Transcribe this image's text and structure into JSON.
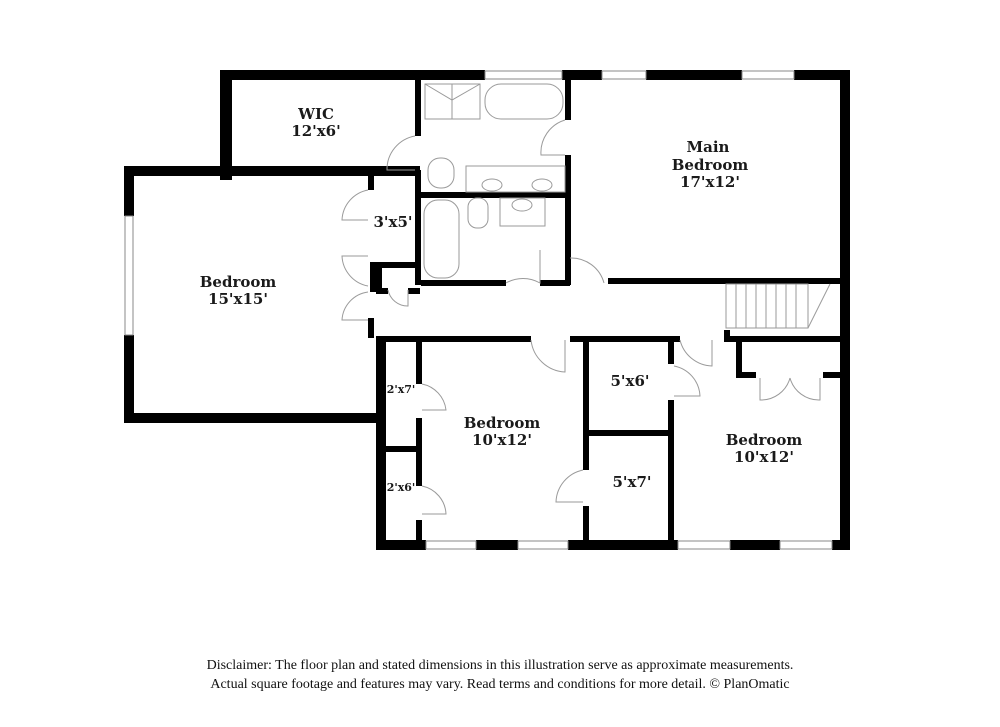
{
  "floorplan": {
    "rooms": [
      {
        "id": "wic",
        "name": "WIC",
        "dims": "12'x6'"
      },
      {
        "id": "main-bedroom",
        "name_line1": "Main",
        "name_line2": "Bedroom",
        "dims": "17'x12'"
      },
      {
        "id": "bedroom-west",
        "name": "Bedroom",
        "dims": "15'x15'"
      },
      {
        "id": "closet-3x5",
        "dims": "3'x5'"
      },
      {
        "id": "closet-2x7",
        "dims": "2'x7'"
      },
      {
        "id": "closet-2x6",
        "dims": "2'x6'"
      },
      {
        "id": "bedroom-middle",
        "name": "Bedroom",
        "dims": "10'x12'"
      },
      {
        "id": "room-5x6",
        "dims": "5'x6'"
      },
      {
        "id": "room-5x7",
        "dims": "5'x7'"
      },
      {
        "id": "bedroom-east",
        "name": "Bedroom",
        "dims": "10'x12'"
      }
    ],
    "colors": {
      "wall": "#000000",
      "fixture": "#9a9a9a",
      "background": "#ffffff"
    }
  },
  "footer": {
    "line1": "Disclaimer: The floor plan and stated dimensions in this illustration serve as approximate measurements.",
    "line2": "Actual square footage and features may vary. Read terms and conditions for more detail. © PlanOmatic"
  }
}
